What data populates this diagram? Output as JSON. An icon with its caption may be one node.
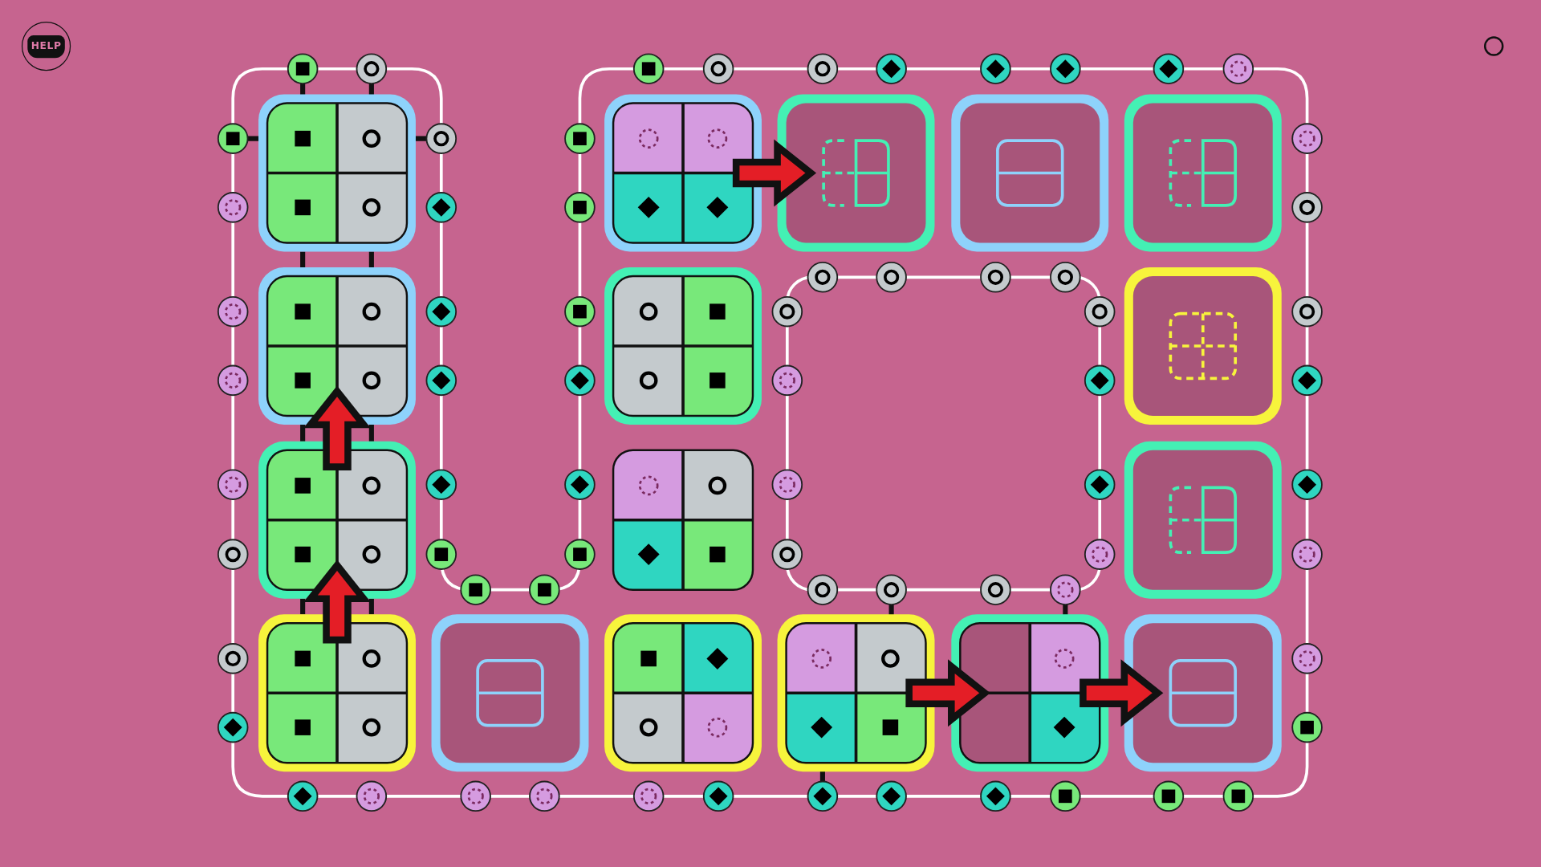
{
  "diagram": {
    "nodes": [
      {
        "text": [
          "HELP"
        ]
      },
      {
        "text": [],
        "shape": "box"
      },
      {
        "text": [],
        "shape": "box"
      },
      {
        "text": [],
        "shape": "box"
      },
      {
        "text": [],
        "shape": "box"
      },
      {
        "text": [],
        "shape": "box"
      },
      {
        "text": [],
        "shape": "box"
      },
      {
        "text": [],
        "shape": "box"
      },
      {
        "text": [],
        "shape": "box"
      },
      {
        "text": [],
        "shape": "box"
      },
      {
        "text": [],
        "shape": "box"
      },
      {
        "text": [],
        "shape": "box"
      },
      {
        "text": [],
        "shape": "box"
      },
      {
        "text": [],
        "shape": "box"
      },
      {
        "text": [],
        "shape": "box"
      },
      {
        "text": [],
        "shape": "box"
      },
      {
        "text": [],
        "shape": "box"
      },
      {
        "text": [],
        "shape": "box"
      }
    ],
    "edges": [
      {
        "from": 9,
        "to": 6,
        "arrow": "to",
        "style": "thick",
        "color": "#e41e26"
      },
      {
        "from": 12,
        "to": 9,
        "arrow": "to",
        "style": "thick",
        "color": "#e41e26"
      },
      {
        "from": 2,
        "to": 3,
        "arrow": "to",
        "style": "thick",
        "color": "#e41e26"
      },
      {
        "from": 15,
        "to": 16,
        "arrow": "to",
        "style": "thick",
        "color": "#e41e26"
      },
      {
        "from": 16,
        "to": 17,
        "arrow": "to",
        "style": "thick",
        "color": "#e41e26"
      },
      {
        "from": 1,
        "to": 6,
        "arrow": "none"
      },
      {
        "from": 1,
        "to": 6,
        "arrow": "none"
      },
      {
        "from": 6,
        "to": 9,
        "arrow": "none"
      },
      {
        "from": 6,
        "to": 9,
        "arrow": "none"
      },
      {
        "from": 9,
        "to": 12,
        "arrow": "none"
      },
      {
        "from": 9,
        "to": 12,
        "arrow": "none"
      }
    ]
  }
}
